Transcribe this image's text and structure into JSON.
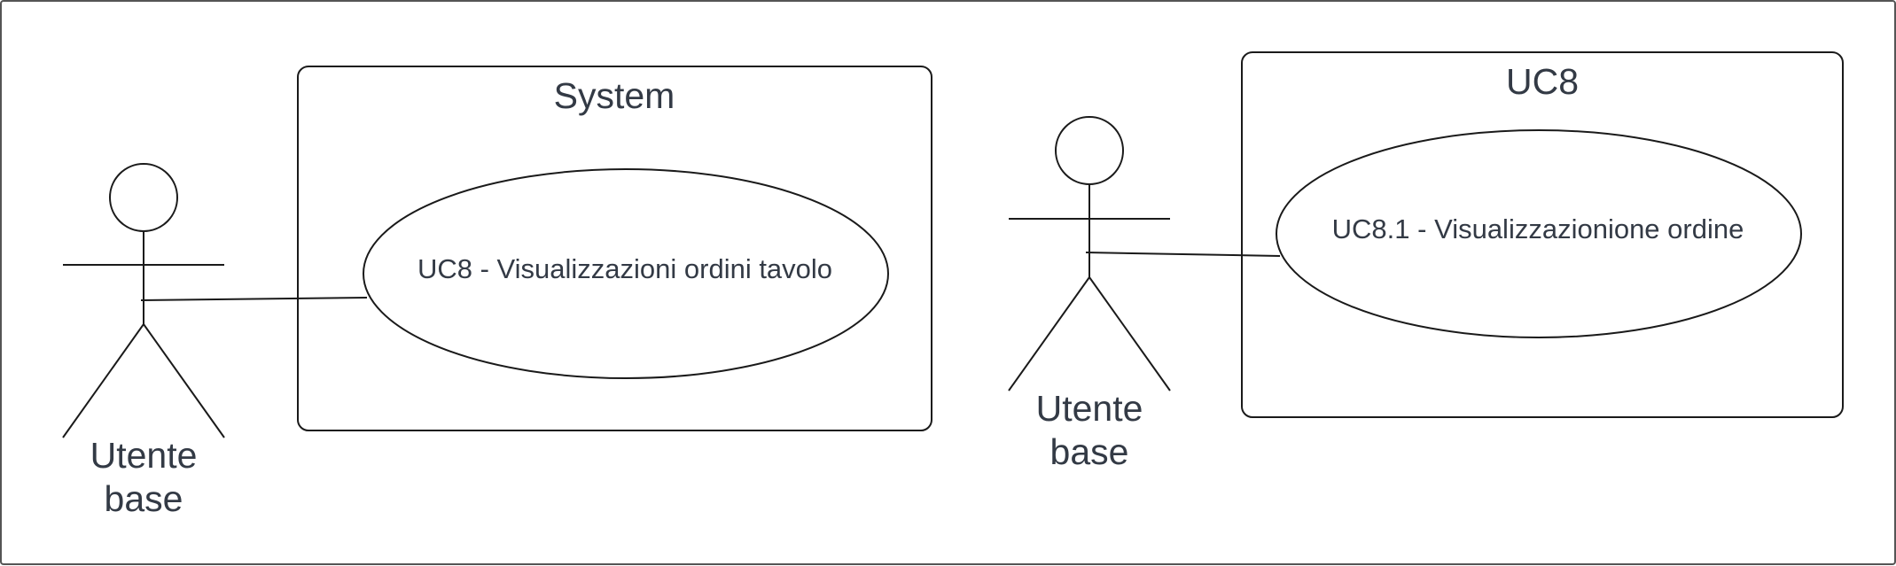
{
  "diagram": {
    "left": {
      "actor_label_line1": "Utente",
      "actor_label_line2": "base",
      "boundary_title": "System",
      "use_case": "UC8 - Visualizzazioni ordini tavolo"
    },
    "right": {
      "actor_label_line1": "Utente",
      "actor_label_line2": "base",
      "boundary_title": "UC8",
      "use_case": "UC8.1 - Visualizzazionione ordine"
    }
  }
}
